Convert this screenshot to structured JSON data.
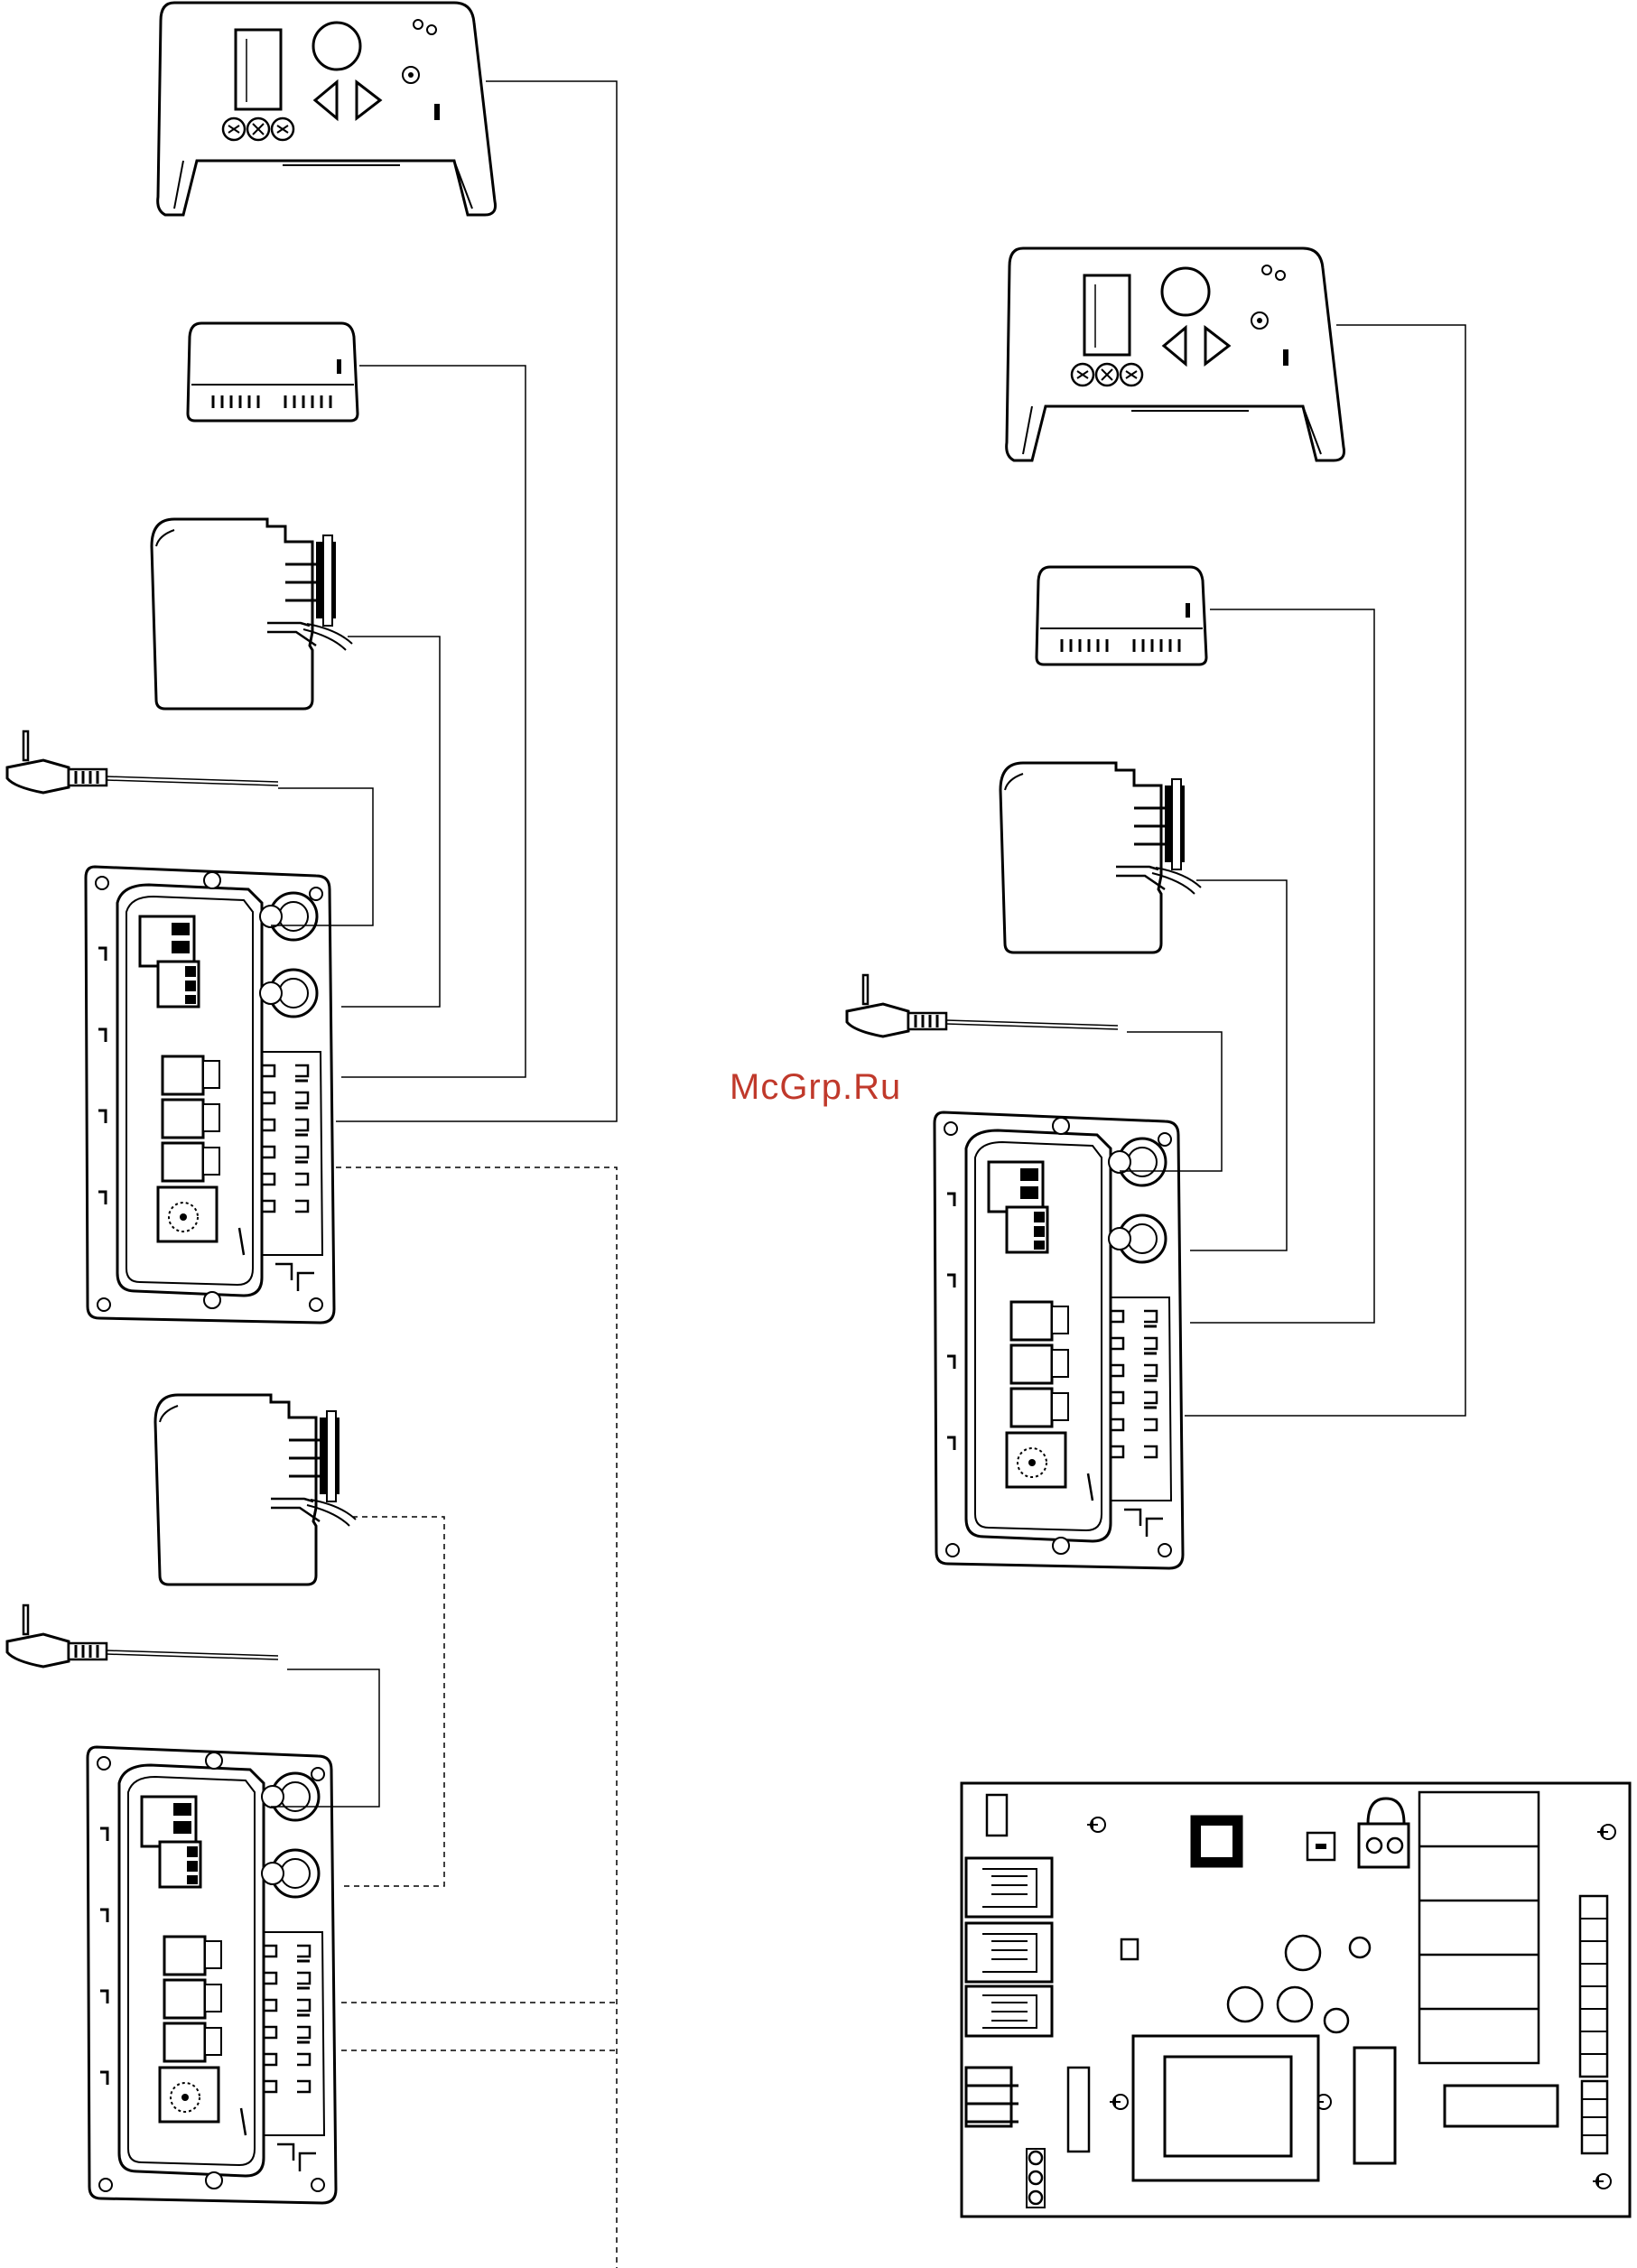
{
  "watermark": {
    "text": "McGrp.Ru",
    "color": "#c0392b"
  },
  "colors": {
    "line": "#000000",
    "paper": "#ffffff"
  },
  "panels": [
    {
      "name": "top-left-assembly",
      "connector_style": "solid"
    },
    {
      "name": "bottom-left-assembly",
      "connector_style": "dashed"
    },
    {
      "name": "right-assembly",
      "connector_style": "solid"
    },
    {
      "name": "circuit-board",
      "connector_style": "none"
    }
  ]
}
